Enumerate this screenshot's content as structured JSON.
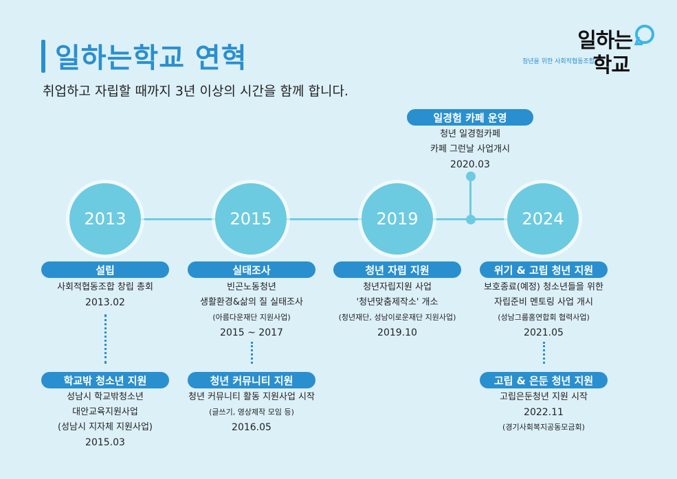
{
  "header": {
    "title": "일하는학교 연혁",
    "subtitle": "취업하고 자립할 때까지 3년 이상의 시간을 함께 합니다."
  },
  "logo": {
    "line1": "일하는",
    "line2": "학교",
    "tagline": "청년을 위한 사회적협동조합",
    "icon": "speech-bubble-icon"
  },
  "colors": {
    "background": "#dcf0f8",
    "accent": "#2a8fce",
    "circle": "#6ccbe0"
  },
  "years": [
    "2013",
    "2015",
    "2019",
    "2024"
  ],
  "top_event": {
    "label": "일경험 카페 운영",
    "lines": [
      "청년 일경험카페",
      "카페 그런날 사업개시"
    ],
    "date": "2020.03"
  },
  "events": [
    {
      "label": "설립",
      "lines": [
        "사회적협동조합 창립 총회"
      ],
      "note": "",
      "date": "2013.02"
    },
    {
      "label": "학교밖 청소년 지원",
      "lines": [
        "성남시 학교밖청소년",
        "대안교육지원사업"
      ],
      "note": "(성남시 지자체 지원사업)",
      "date": "2015.03"
    },
    {
      "label": "실태조사",
      "lines": [
        "빈곤노동청년",
        "생활환경&삶의 질 실태조사"
      ],
      "note": "(아름다운재단 지원사업)",
      "date": "2015 ~ 2017"
    },
    {
      "label": "청년 커뮤니티 지원",
      "lines": [
        "청년 커뮤니티 활동 지원사업 시작"
      ],
      "note": "(글쓰기, 영상제작 모임 등)",
      "date": "2016.05"
    },
    {
      "label": "청년 자립 지원",
      "lines": [
        "청년자립지원 사업",
        "'청년맞춤제작소' 개소"
      ],
      "note": "(청년재단, 성남이로운재단 지원사업)",
      "date": "2019.10"
    },
    {
      "label": "위기 & 고립 청년 지원",
      "lines": [
        "보호종료(예정) 청소년들을 위한",
        "자립준비 멘토링 사업 개시"
      ],
      "note": "(성남그룹홈연합회 협력사업)",
      "date": "2021.05"
    },
    {
      "label": "고립 & 은둔 청년 지원",
      "lines": [
        "고립은둔청년 지원 시작"
      ],
      "date": "2022.11",
      "note": "(경기사회복지공동모금회)"
    }
  ]
}
